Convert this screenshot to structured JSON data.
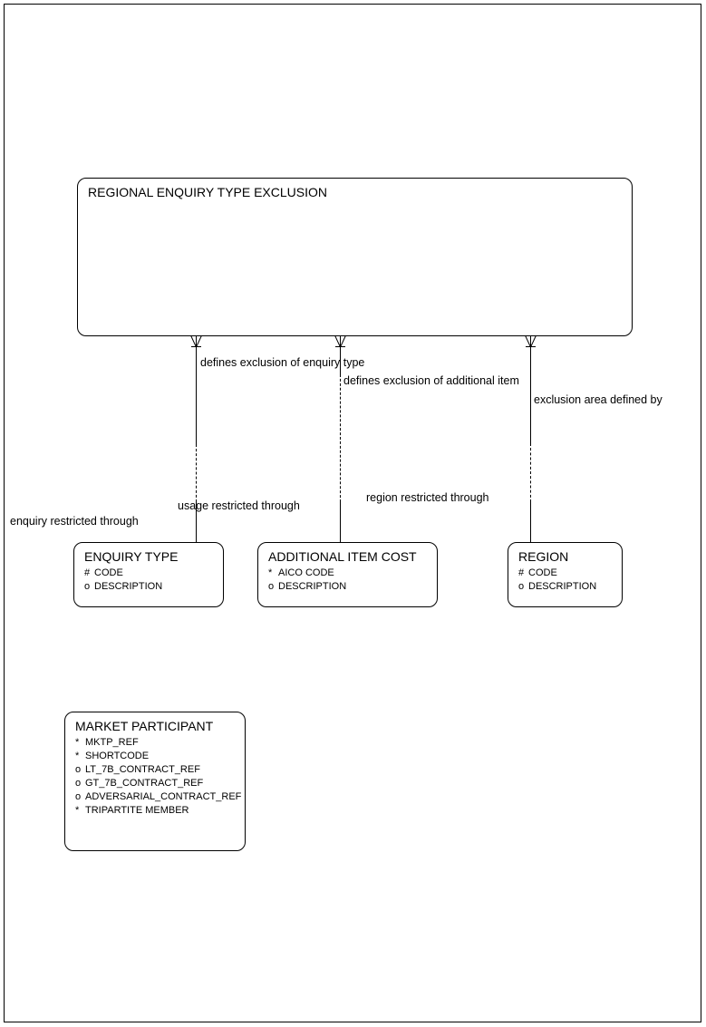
{
  "diagram": {
    "type": "entity-relationship-diagram",
    "title": "Regional Enquiry Type Exclusion ER Diagram",
    "entities": [
      {
        "id": "regional-enquiry-type-exclusion",
        "name": "REGIONAL ENQUIRY TYPE EXCLUSION",
        "attributes": []
      },
      {
        "id": "enquiry-type",
        "name": "ENQUIRY TYPE",
        "attributes": [
          {
            "mark": "#",
            "name": "CODE"
          },
          {
            "mark": "o",
            "name": "DESCRIPTION"
          }
        ]
      },
      {
        "id": "additional-item-cost",
        "name": "ADDITIONAL ITEM COST",
        "attributes": [
          {
            "mark": "*",
            "name": "AICO CODE"
          },
          {
            "mark": "o",
            "name": "DESCRIPTION"
          }
        ]
      },
      {
        "id": "region",
        "name": "REGION",
        "attributes": [
          {
            "mark": "#",
            "name": "CODE"
          },
          {
            "mark": "o",
            "name": "DESCRIPTION"
          }
        ]
      },
      {
        "id": "market-participant",
        "name": "MARKET PARTICIPANT",
        "attributes": [
          {
            "mark": "*",
            "name": "MKTP_REF"
          },
          {
            "mark": "*",
            "name": "SHORTCODE"
          },
          {
            "mark": "o",
            "name": "LT_7B_CONTRACT_REF"
          },
          {
            "mark": "o",
            "name": "GT_7B_CONTRACT_REF"
          },
          {
            "mark": "o",
            "name": "ADVERSARIAL_CONTRACT_REF"
          },
          {
            "mark": "*",
            "name": "TRIPARTITE MEMBER"
          }
        ]
      }
    ],
    "relationships": [
      {
        "id": "rel-enquiry-type",
        "from_label": "defines exclusion of enquiry type",
        "to_label": "enquiry restricted through"
      },
      {
        "id": "rel-additional-item",
        "from_label": "defines exclusion of additional item",
        "to_label": "usage restricted through"
      },
      {
        "id": "rel-region",
        "from_label": "exclusion area defined by",
        "to_label": "region restricted through"
      }
    ]
  },
  "colors": {
    "line": "#000000",
    "background": "#ffffff",
    "text": "#000000"
  }
}
